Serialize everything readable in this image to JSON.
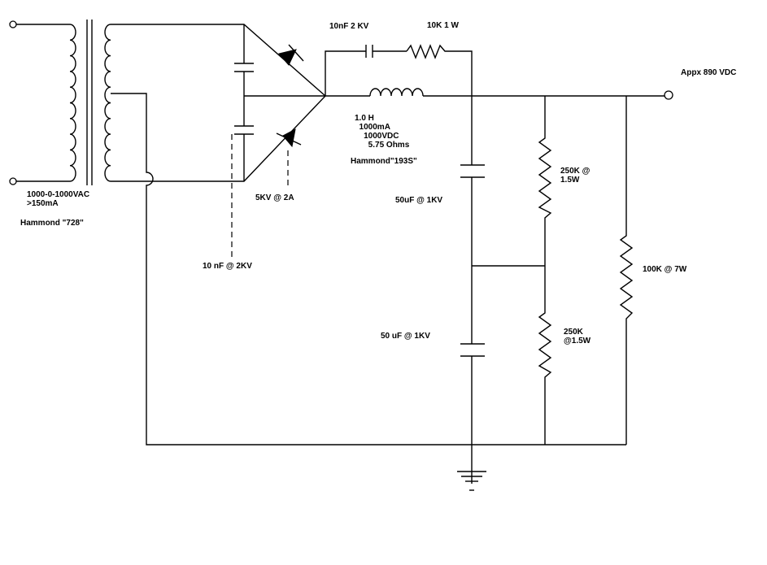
{
  "labels": {
    "secondary_rating": "1000-0-1000VAC\n>150mA",
    "transformer_model": "Hammond \"728\"",
    "input_capacitors": "10 nF @ 2KV",
    "diode_rating": "5KV @ 2A",
    "series_cap": "10nF  2 KV",
    "series_resistor": "10K  1 W",
    "choke_spec": "1.0 H\n  1000mA\n    1000VDC\n      5.75 Ohms",
    "choke_model": "Hammond\"193S\"",
    "filter_cap_upper": "50uF @ 1KV",
    "filter_cap_lower": "50 uF @ 1KV",
    "bleeder_upper": "250K @\n1.5W",
    "bleeder_lower": "250K\n@1.5W",
    "bleeder_main": "100K @ 7W",
    "output_voltage": "Appx 890 VDC"
  }
}
